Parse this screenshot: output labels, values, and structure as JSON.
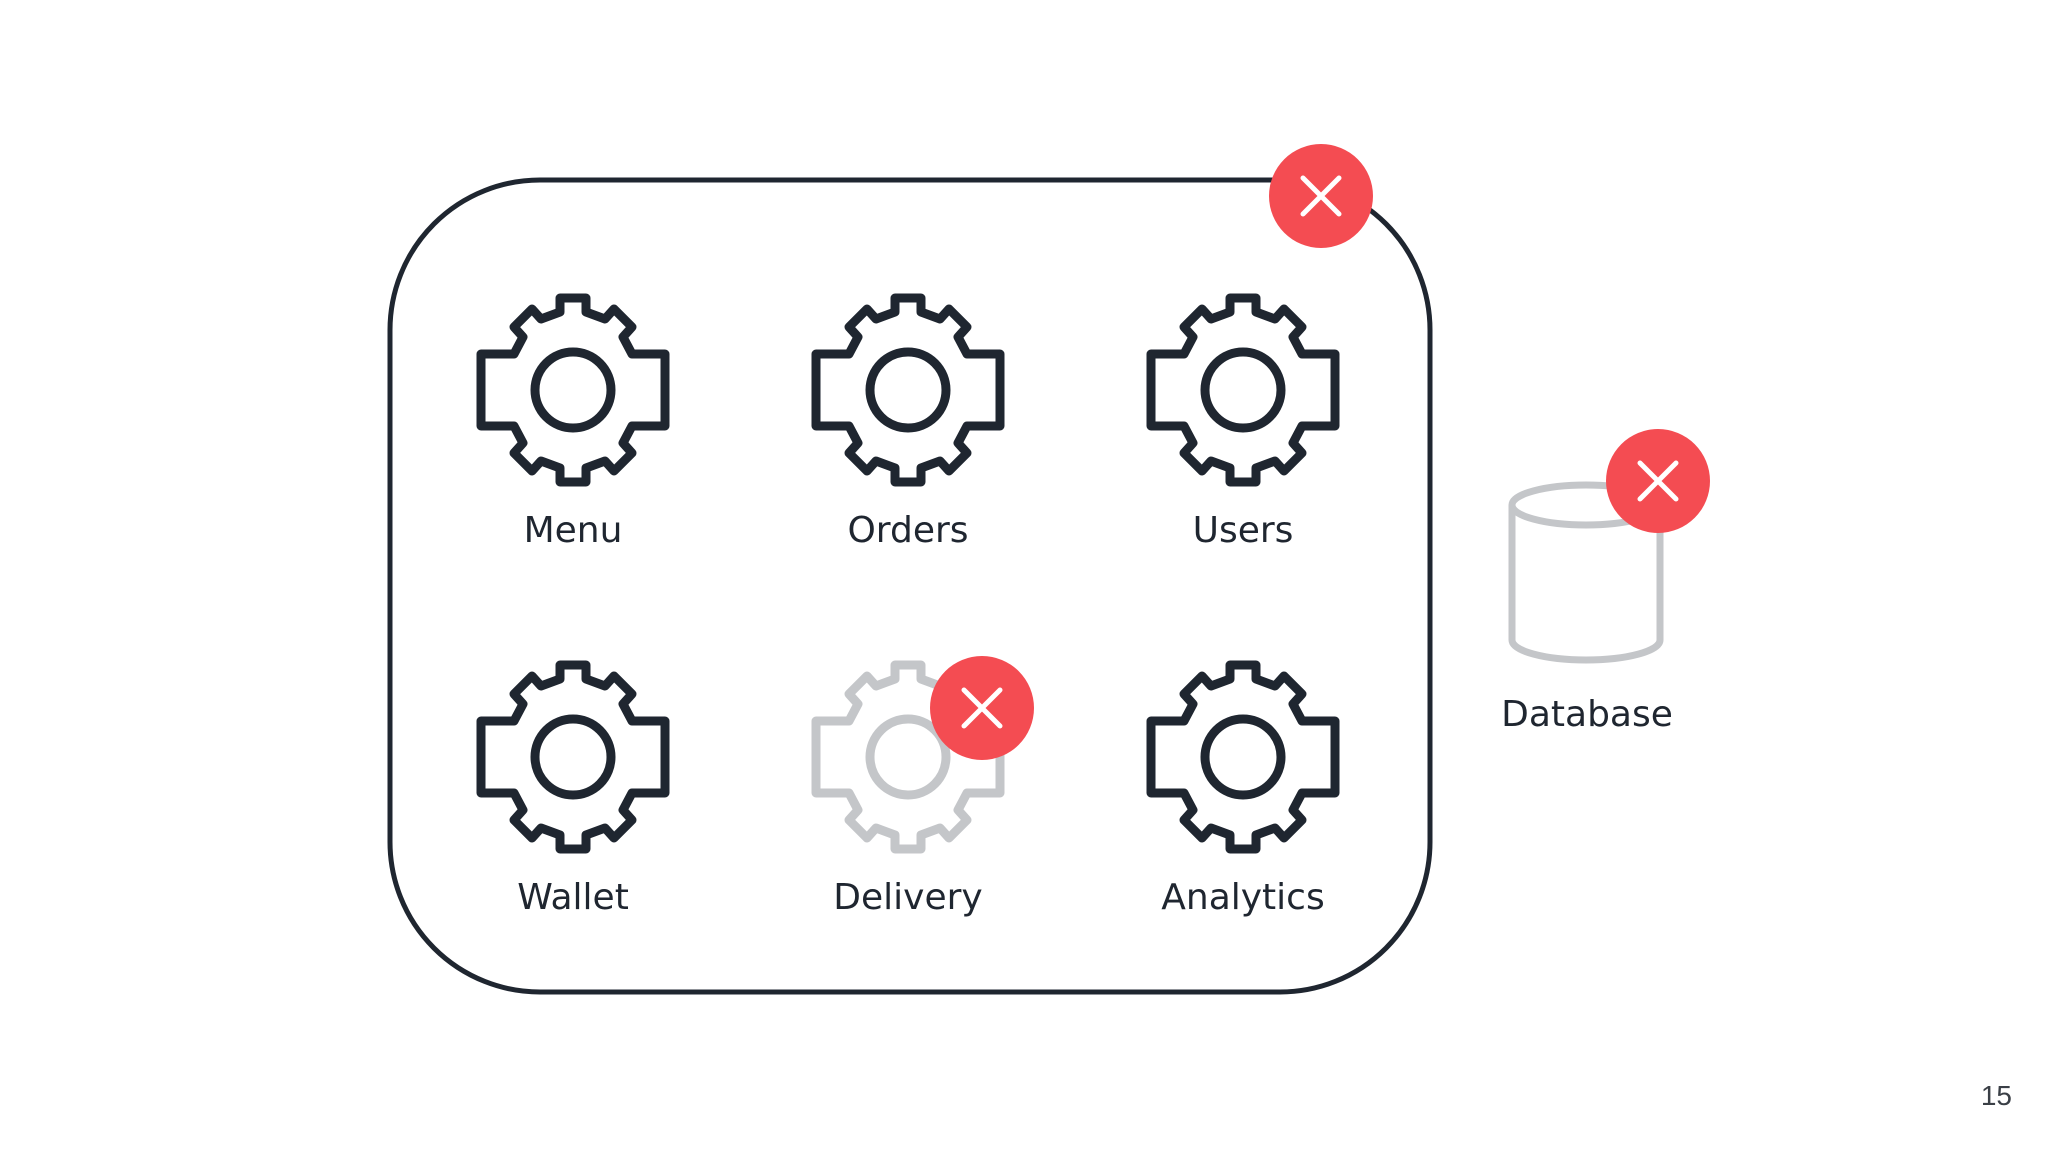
{
  "slide": {
    "page_number": "15"
  },
  "services": [
    {
      "label": "Menu",
      "status": "up",
      "icon": "gear-icon"
    },
    {
      "label": "Orders",
      "status": "up",
      "icon": "gear-icon"
    },
    {
      "label": "Users",
      "status": "up",
      "icon": "gear-icon"
    },
    {
      "label": "Wallet",
      "status": "up",
      "icon": "gear-icon"
    },
    {
      "label": "Delivery",
      "status": "failed",
      "icon": "gear-icon"
    },
    {
      "label": "Analytics",
      "status": "up",
      "icon": "gear-icon"
    }
  ],
  "container": {
    "status": "failed"
  },
  "database": {
    "label": "Database",
    "status": "failed",
    "icon": "database-icon"
  },
  "colors": {
    "stroke_active": "#1f2630",
    "stroke_failed": "#c4c6c9",
    "error_badge": "#f44c52",
    "error_cross": "#ffffff"
  }
}
